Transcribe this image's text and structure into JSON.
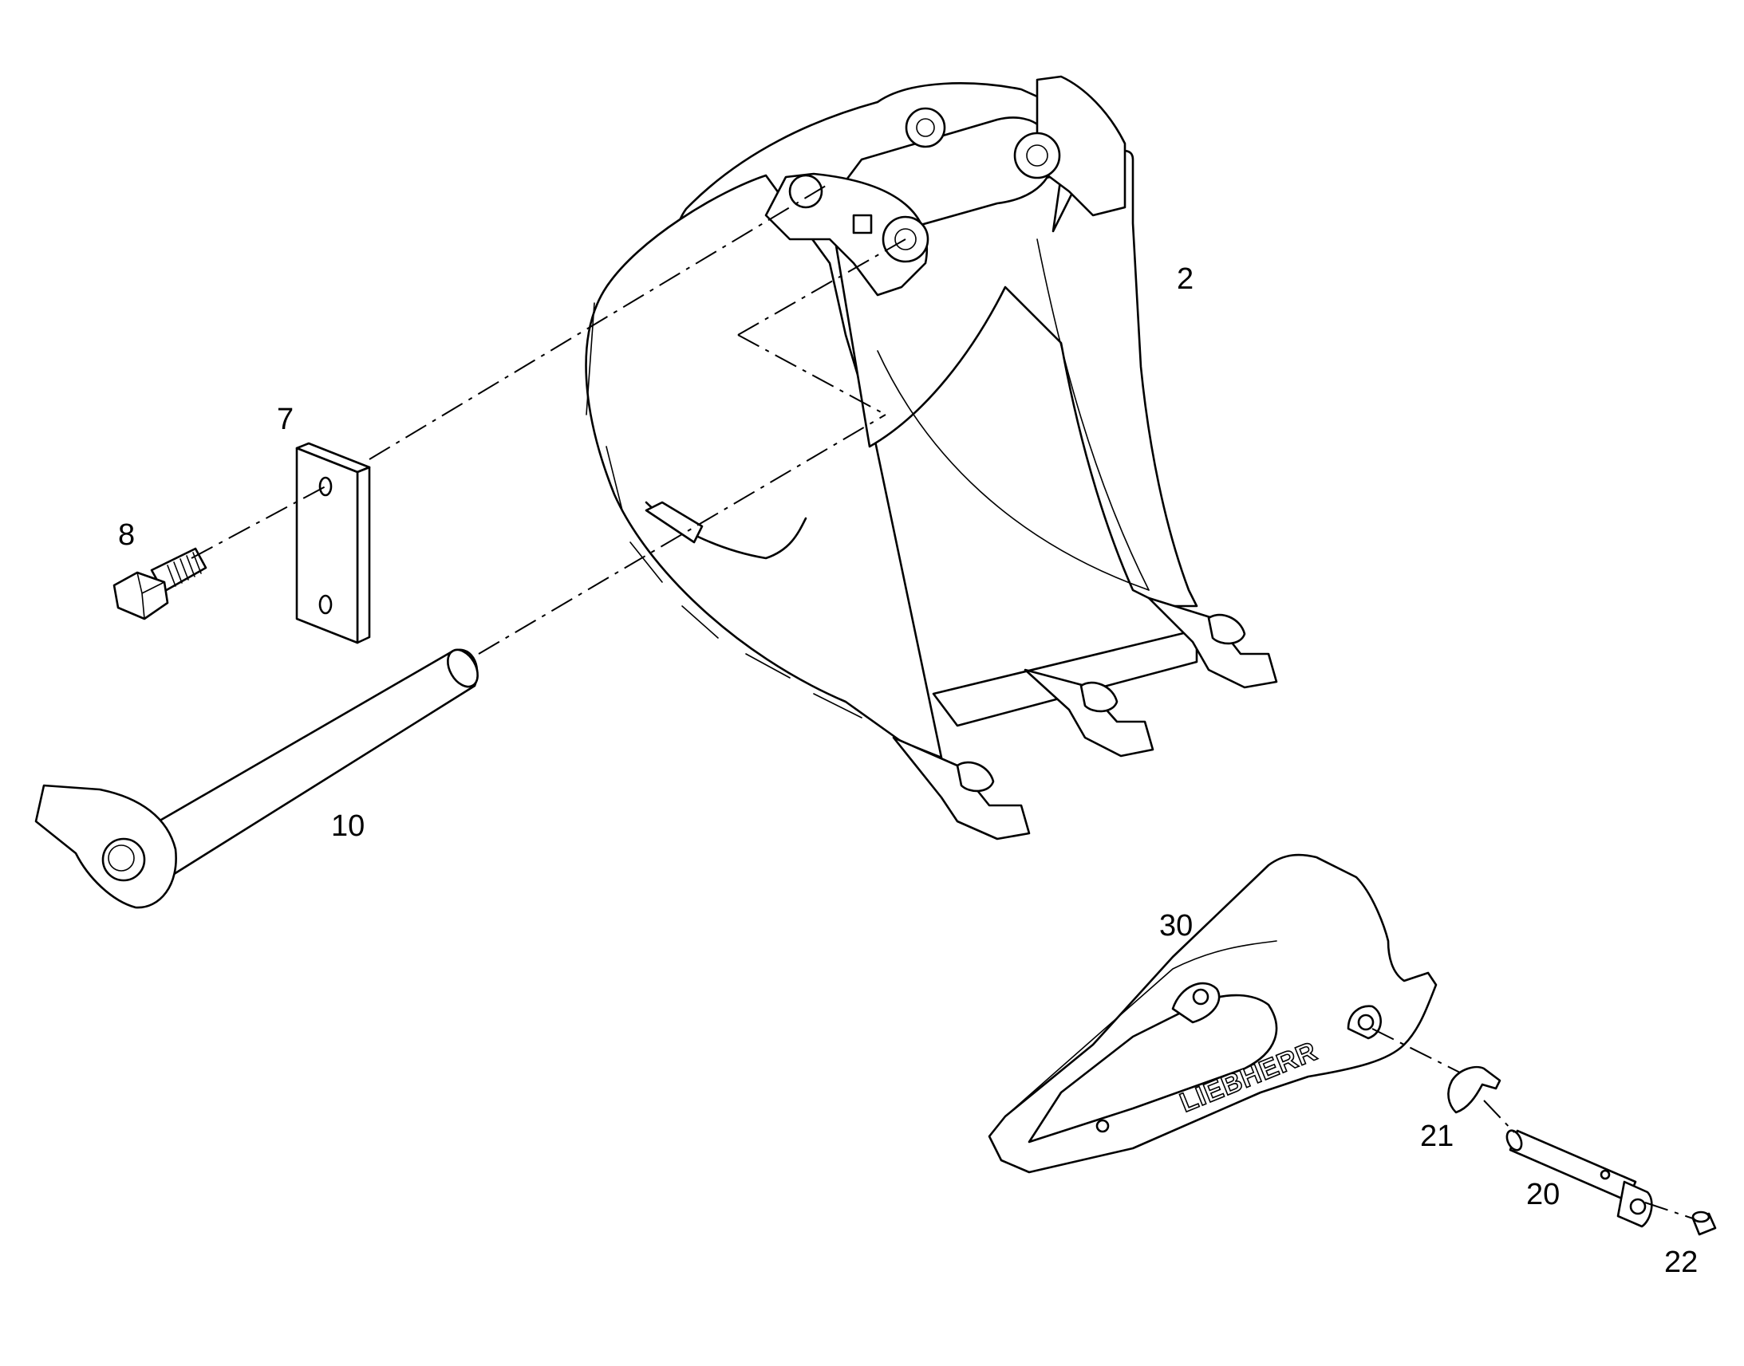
{
  "callouts": {
    "bucket": "2",
    "plate": "7",
    "bolt": "8",
    "pin": "10",
    "tooth": "30",
    "retainer": "21",
    "tooth_pin": "20",
    "cap": "22"
  },
  "tooth_logo": "LIEBHERR",
  "colors": {
    "line": "#000000",
    "background": "#ffffff"
  }
}
